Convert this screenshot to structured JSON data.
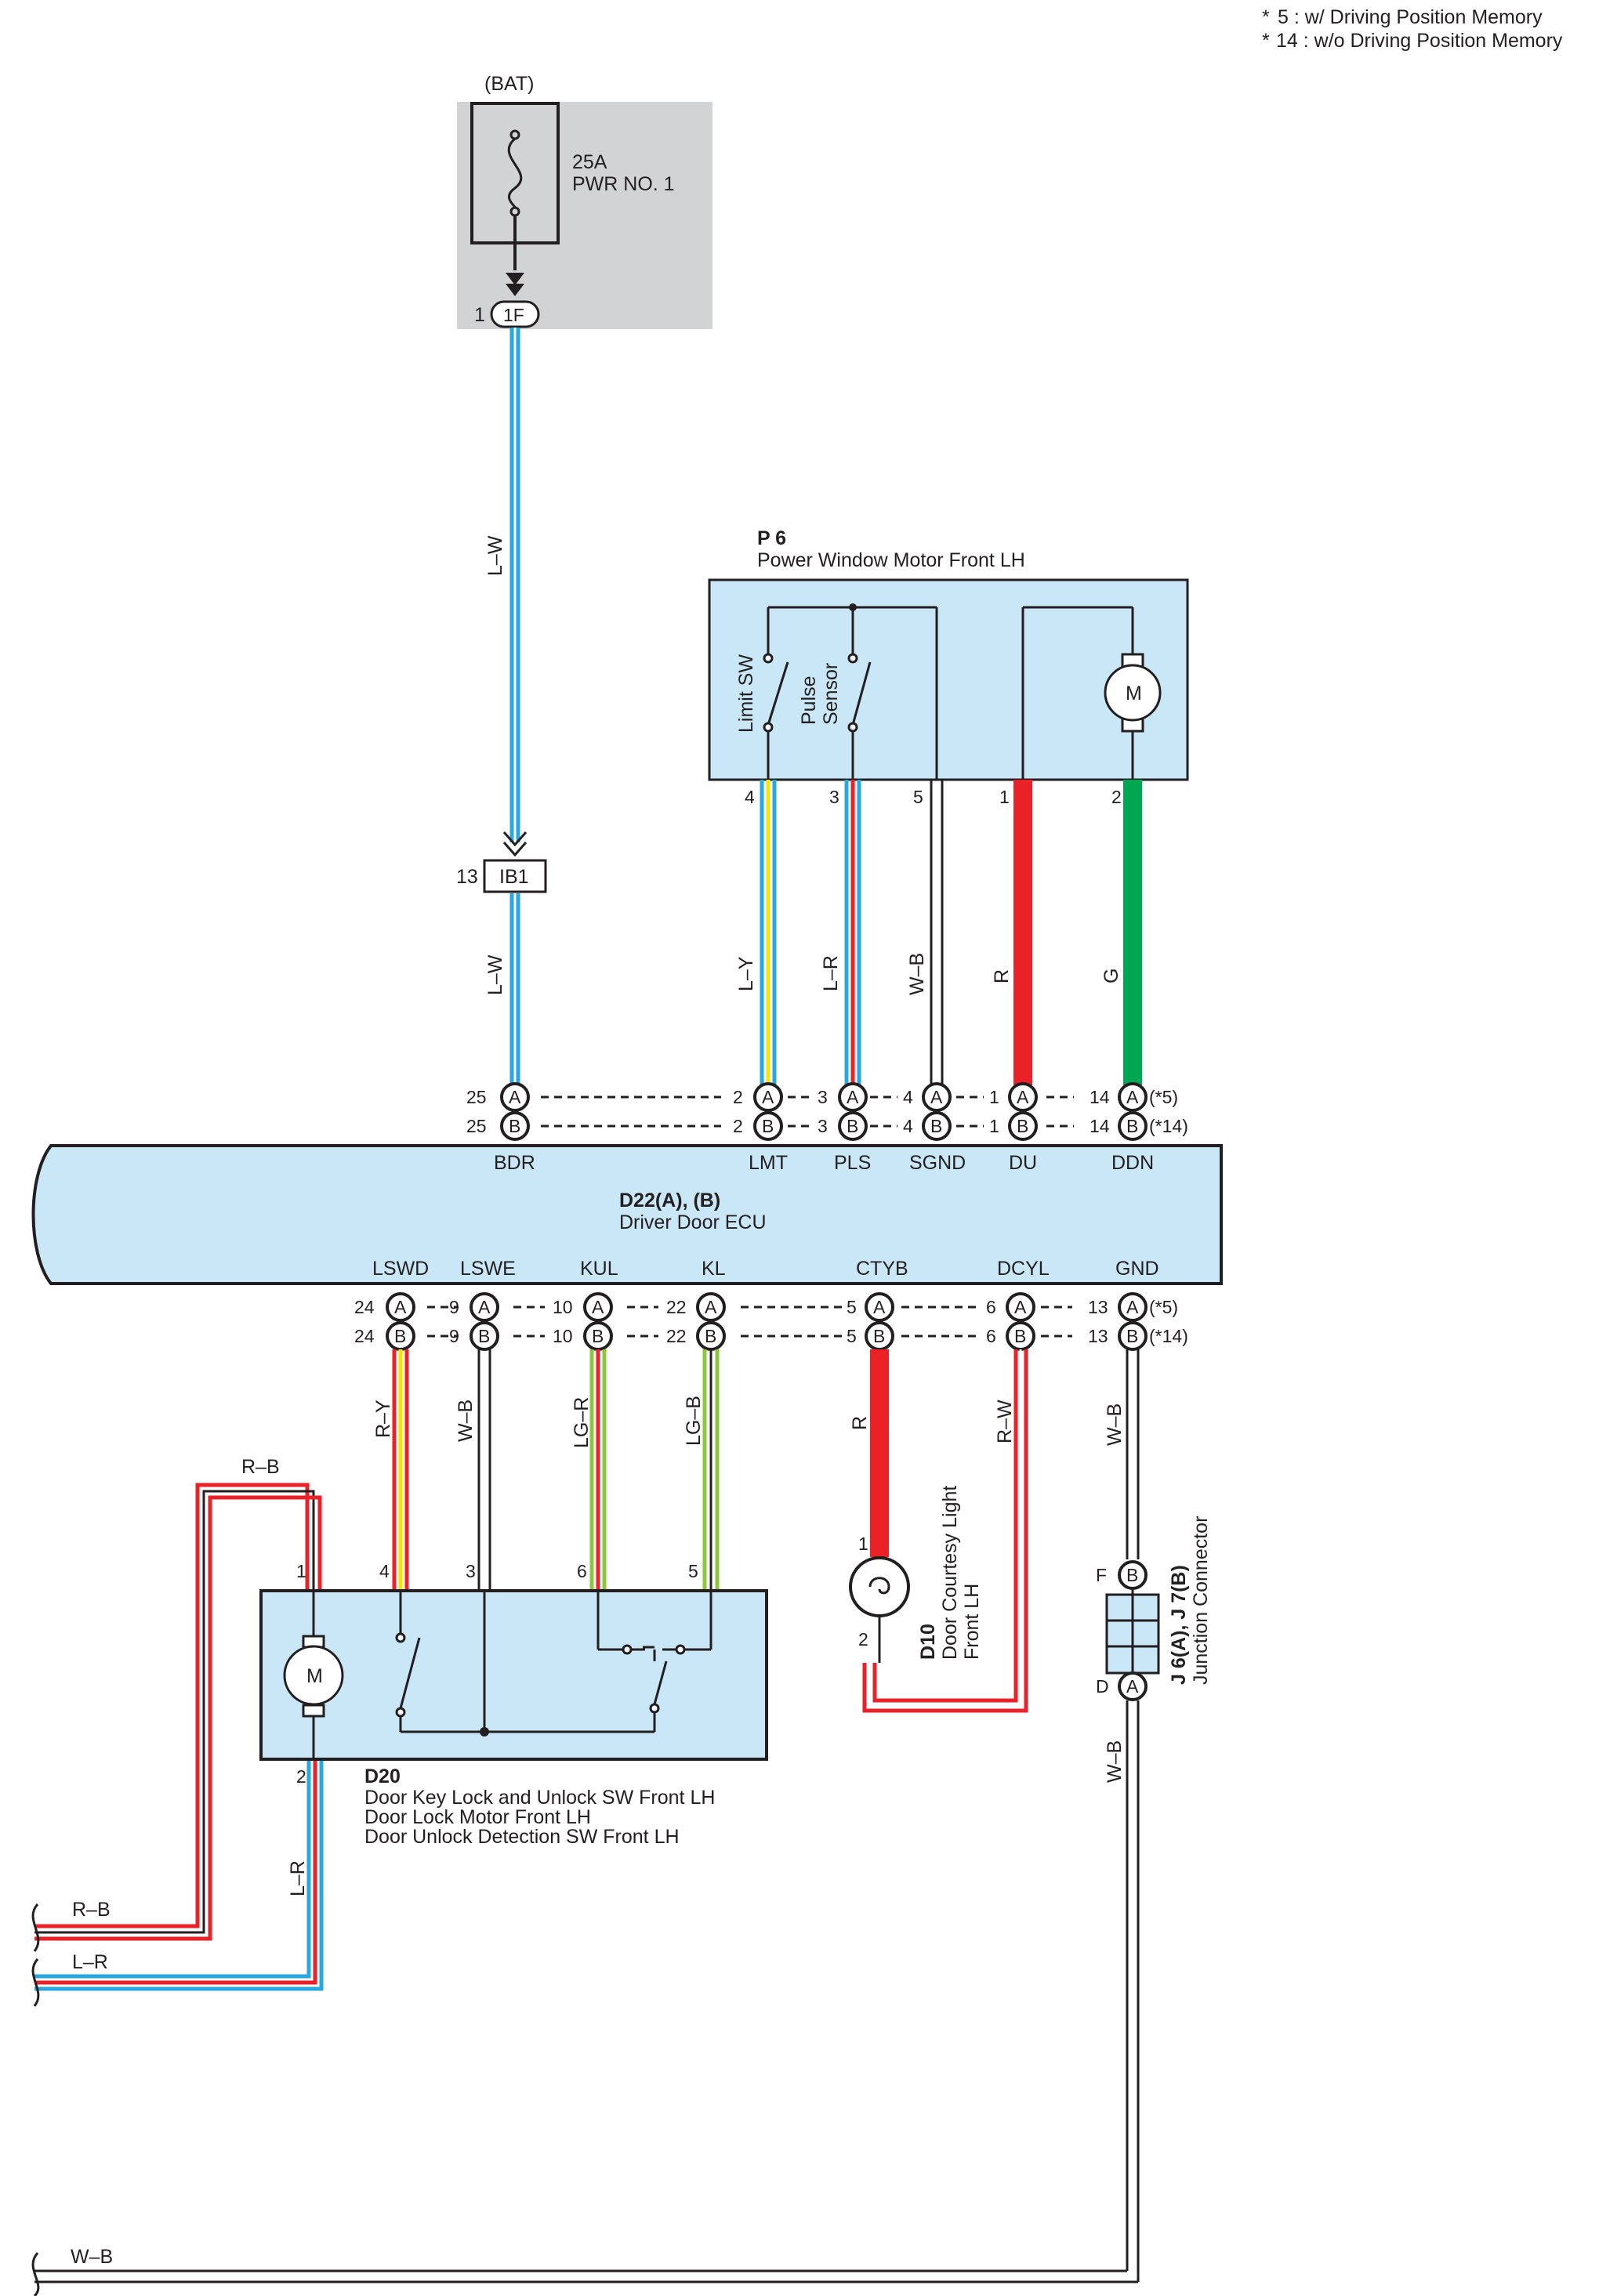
{
  "notes": [
    {
      "mark": "*",
      "text": "5 : w/ Driving Position Memory"
    },
    {
      "mark": "*",
      "text": "14 : w/o Driving Position Memory"
    }
  ],
  "fuse": {
    "supply": "(BAT)",
    "rating": "25A",
    "name": "PWR NO. 1",
    "connector": "1F",
    "pin": "1"
  },
  "junction_ib1": {
    "name": "IB1",
    "pin": "13"
  },
  "p6": {
    "code": "P 6",
    "name": "Power Window Motor Front LH",
    "limit_sw": "Limit SW",
    "pulse_sensor_1": "Pulse",
    "pulse_sensor_2": "Sensor",
    "motor": "M",
    "pins": [
      "4",
      "3",
      "5",
      "1",
      "2"
    ]
  },
  "ecu": {
    "code": "D22(A), (B)",
    "name": "Driver Door ECU",
    "top_terminals": [
      {
        "name": "BDR",
        "a": "25",
        "b": "25",
        "wire": "L–W"
      },
      {
        "name": "LMT",
        "a": "2",
        "b": "2",
        "wire": "L–Y"
      },
      {
        "name": "PLS",
        "a": "3",
        "b": "3",
        "wire": "L–R"
      },
      {
        "name": "SGND",
        "a": "4",
        "b": "4",
        "wire": "W–B"
      },
      {
        "name": "DU",
        "a": "1",
        "b": "1",
        "wire": "R"
      },
      {
        "name": "DDN",
        "a": "14",
        "b": "14",
        "wire": "G"
      }
    ],
    "bottom_terminals": [
      {
        "name": "LSWD",
        "a": "24",
        "b": "24",
        "wire": "R–Y"
      },
      {
        "name": "LSWE",
        "a": "9",
        "b": "9",
        "wire": "W–B"
      },
      {
        "name": "KUL",
        "a": "10",
        "b": "10",
        "wire": "LG–R"
      },
      {
        "name": "KL",
        "a": "22",
        "b": "22",
        "wire": "LG–B"
      },
      {
        "name": "CTYB",
        "a": "5",
        "b": "5",
        "wire": "R"
      },
      {
        "name": "DCYL",
        "a": "6",
        "b": "6",
        "wire": "R–W"
      },
      {
        "name": "GND",
        "a": "13",
        "b": "13",
        "wire": "W–B"
      }
    ],
    "conn_a": "A",
    "conn_b": "B",
    "note_a": "(*5)",
    "note_b": "(*14)"
  },
  "d20": {
    "code": "D20",
    "name_1": "Door Key Lock and Unlock SW Front LH",
    "name_2": "Door Lock Motor Front LH",
    "name_3": "Door Unlock Detection SW Front LH",
    "motor": "M",
    "pins": [
      "1",
      "4",
      "3",
      "6",
      "5",
      "2"
    ]
  },
  "d10": {
    "code": "D10",
    "name_1": "Door Courtesy Light",
    "name_2": "Front LH",
    "pins": [
      "1",
      "2"
    ]
  },
  "junction_j": {
    "code": "J 6(A), J 7(B)",
    "name": "Junction Connector",
    "pin_top": "F",
    "conn_top": "B",
    "pin_bottom": "D",
    "conn_bottom": "A"
  },
  "wires": {
    "lw_upper": "L–W",
    "rb_top": "R–B",
    "lr_d20": "L–R",
    "wb_lower": "W–B",
    "left_rb": "R–B",
    "left_lr": "L–R",
    "left_wb": "W–B"
  },
  "colors": {
    "body_fill": "#c9e7f6",
    "fuse_bg": "#d1d3d4",
    "light_blue": "#27a8e0",
    "yellow": "#f6e500",
    "red": "#ea2127",
    "green": "#00a651",
    "light_green": "#8dc63f",
    "ink": "#231f20"
  }
}
